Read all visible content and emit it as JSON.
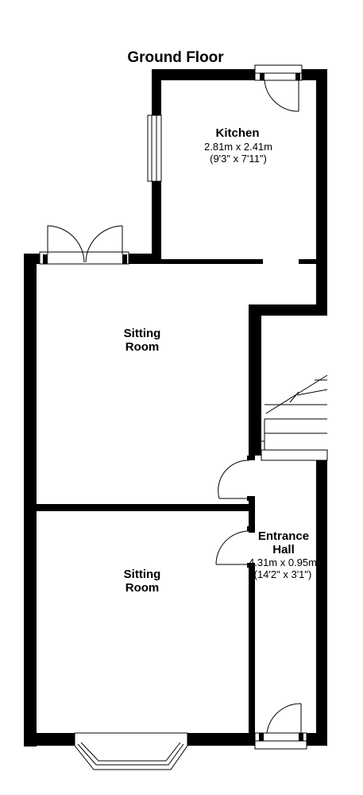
{
  "title": "Ground Floor",
  "rooms": {
    "kitchen": {
      "name": "Kitchen",
      "dim_metric": "2.81m x 2.41m",
      "dim_imperial": "(9'3\" x 7'11\")"
    },
    "sitting_room_rear": {
      "name_line1": "Sitting",
      "name_line2": "Room"
    },
    "sitting_room_front": {
      "name_line1": "Sitting",
      "name_line2": "Room"
    },
    "entrance_hall": {
      "name_line1": "Entrance",
      "name_line2": "Hall",
      "dim_metric": "4.31m x 0.95m",
      "dim_imperial": "(14'2\" x 3'1\")"
    }
  },
  "colors": {
    "wall": "#000000",
    "background": "#ffffff"
  }
}
